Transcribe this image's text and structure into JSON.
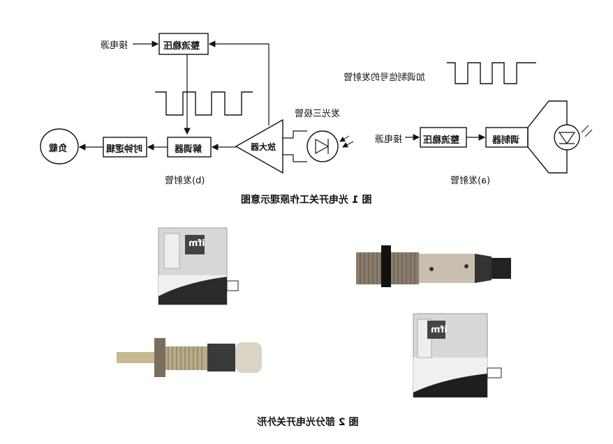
{
  "figure1": {
    "caption": "图 1  光电开关工作原理示意图",
    "panel_b": {
      "label": "(b)发射管",
      "power_in": "接电源",
      "rectifier": "整流稳压",
      "demodulator": "解调器",
      "timing_logic": "时钟逻辑",
      "load": "负载",
      "amplifier": "放大器",
      "emitter_diode": "发光三极管"
    },
    "panel_a": {
      "label": "(a)发射管",
      "modulated_signal": "加调制信号的发射管",
      "power_in": "接电源",
      "rectifier": "整流稳压",
      "modulator": "调制器"
    }
  },
  "figure2": {
    "caption": "图 2  部分光电开关外形",
    "logo": "ifm"
  }
}
